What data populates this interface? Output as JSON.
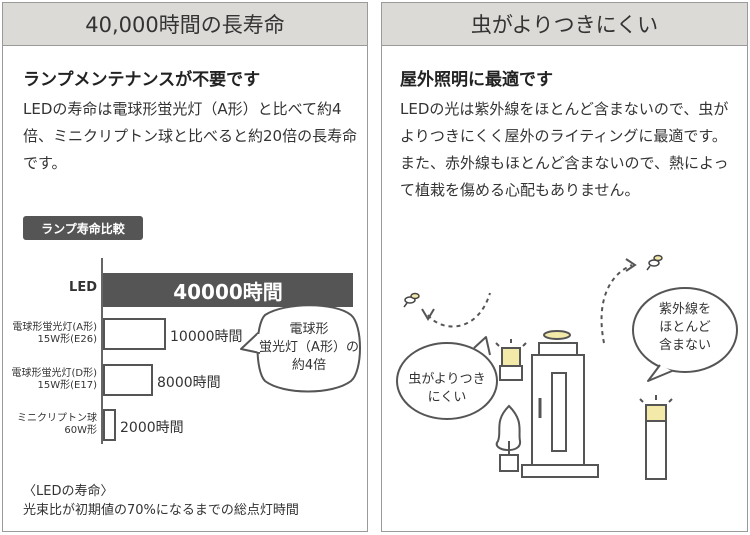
{
  "left": {
    "header": "40,000時間の長寿命",
    "subtitle": "ランプメンテナンスが不要です",
    "body": "LEDの寿命は電球形蛍光灯（A形）と比べて約4倍、ミニクリプトン球と比べると約20倍の長寿命です。",
    "chart_tag": "ランプ寿命比較",
    "bubble": {
      "line1": "電球形",
      "line2": "蛍光灯（A形）の",
      "line3": "約4倍"
    },
    "note_line1": "〈LEDの寿命〉",
    "note_line2": "光束比が初期値の70%になるまでの総点灯時間"
  },
  "chart_data": {
    "type": "bar",
    "orientation": "horizontal",
    "title": "ランプ寿命比較",
    "categories": [
      {
        "line1": "LED",
        "line2": ""
      },
      {
        "line1": "電球形蛍光灯(A形)",
        "line2": "15W形(E26)"
      },
      {
        "line1": "電球形蛍光灯(D形)",
        "line2": "15W形(E17)"
      },
      {
        "line1": "ミニクリプトン球",
        "line2": "60W形"
      }
    ],
    "values": [
      40000,
      10000,
      8000,
      2000
    ],
    "value_labels": [
      "40000時間",
      "10000時間",
      "8000時間",
      "2000時間"
    ],
    "xlim": [
      0,
      40000
    ],
    "colors": {
      "led": "#555555",
      "others": "#ffffff"
    }
  },
  "right": {
    "header": "虫がよりつきにくい",
    "subtitle": "屋外照明に最適です",
    "body": "LEDの光は紫外線をほとんど含まないので、虫がよりつきにくく屋外のライティングに最適です。また、赤外線もほとんど含まないので、熱によって植栽を傷める心配もありません。",
    "bubble_left": {
      "line1": "虫がよりつき",
      "line2": "にくい"
    },
    "bubble_right": {
      "line1": "紫外線を",
      "line2": "ほとんど",
      "line3": "含まない"
    }
  },
  "colors": {
    "header_bg": "#dcdad7",
    "dark": "#555555",
    "light_yellow": "#f3e9a8"
  }
}
